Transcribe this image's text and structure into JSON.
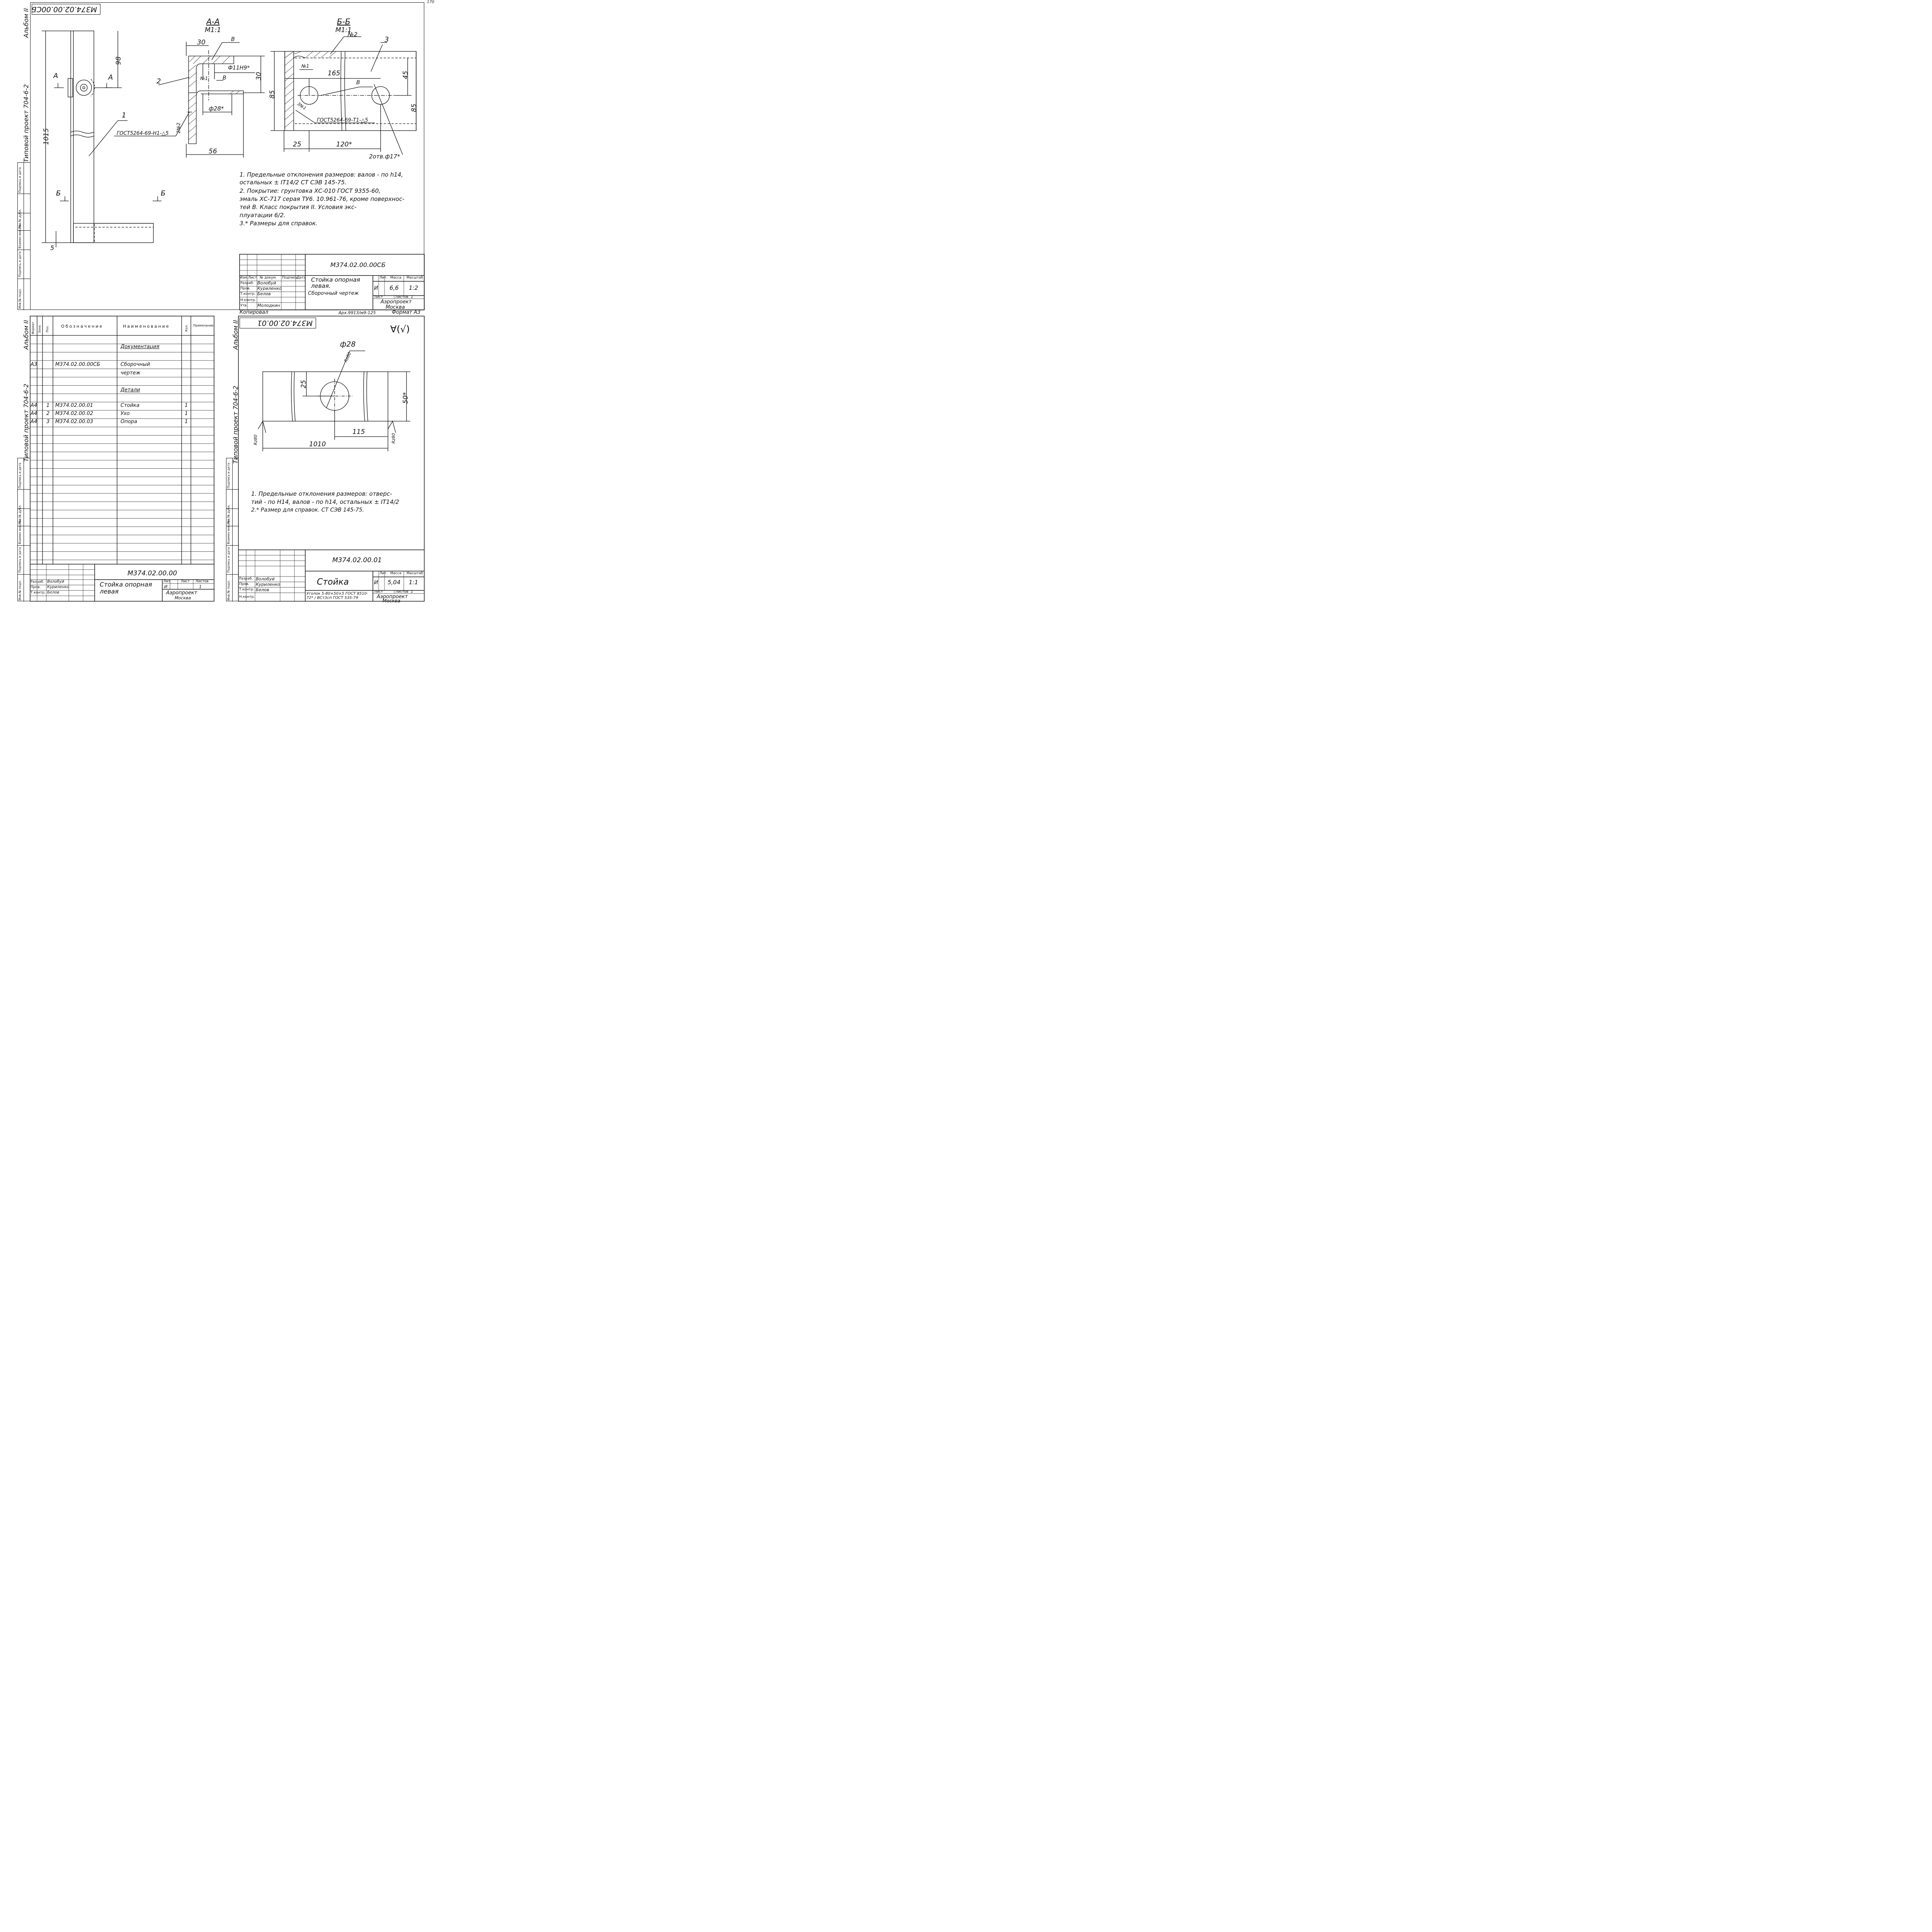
{
  "page_number": "170",
  "side_labels": {
    "album": "Альбом II",
    "project": "Типовой проект 704-6-2"
  },
  "margin_stamp": {
    "inv_podl": "Инв.№ подл.",
    "podpis_data": "Подпись и дата",
    "vzam_inv": "Взамен инв. №",
    "inv_dubl": "Инв.№ дубл.",
    "podpis_data2": "Подпись и дата"
  },
  "sheet1": {
    "code_rotated": "М374.02.00.00СБ",
    "section_aa": {
      "title": "А-А",
      "scale": "М1:1"
    },
    "section_bb": {
      "title": "Б-Б",
      "scale": "М1:1"
    },
    "dims": {
      "d1015": "1015",
      "d98": "98",
      "d5": "5",
      "d30a": "30",
      "d30b": "30",
      "d56": "56",
      "phi11": "Ф11Н9*",
      "phi28": "ф28*",
      "d165": "165",
      "d45": "45",
      "d85a": "85",
      "d85b": "85",
      "d25": "25",
      "d120": "120*",
      "holes": "2отв.ф17*"
    },
    "labels": {
      "A": "А",
      "B": "Б",
      "V": "В",
      "pos1": "1",
      "pos2": "2",
      "pos3": "3",
      "n1": "№1",
      "n2": "№2",
      "n1b": "№1",
      "weld1": "ГОСТ5264-69-Н1-△5",
      "weld1_mark": "2№2",
      "weld2": "ГОСТ5264-69-Т1-△5",
      "weld2_mark": "3№1"
    },
    "notes": [
      "1. Предельные отклонения размеров: валов - по h14,",
      "   остальных ± IT14/2  СТ СЭВ 145-75.",
      "2. Покрытие: грунтовка ХС-010 ГОСТ 9355-60,",
      "   эмаль ХС-717 серая ТУ6. 10.961-76, кроме поверхнос-",
      "   тей В.      Класс покрытия II. Условия экс-",
      "   плуатации  6/2.",
      "3.* Размеры для справок."
    ],
    "title_block": {
      "designation": "М374.02.00.00СБ",
      "name": "Стойка опорная левая.",
      "doc_type": "Сборочный чертеж",
      "lit_label": "Лит.",
      "mass_label": "Масса",
      "scale_label": "Масштаб",
      "lit": "И",
      "mass": "6,6",
      "scale": "1:2",
      "sheet_label": "Лист",
      "sheets_label": "Листов",
      "sheets": "1",
      "org": "Аэропроект",
      "city": "Москва",
      "izm": "Изм.",
      "list": "Лист",
      "ndoc": "№ докум.",
      "podp": "Подпись",
      "data": "Дата",
      "razrab_label": "Разраб.",
      "razrab": "Волобуй",
      "prov_label": "Пров.",
      "prov": "Куриленко",
      "tkontr_label": "Т.контр.",
      "tkontr": "Белов",
      "nkontr_label": "Н.контр.",
      "utv_label": "Утв.",
      "utv": "Молодкин"
    },
    "footer": {
      "copied": "Копировал",
      "archive": "Арх.9913/м9-125",
      "format": "Формат А3"
    }
  },
  "sheet2": {
    "headers": [
      "Формат",
      "Зона",
      "Поз.",
      "Обозначение",
      "Наименование",
      "Кол.",
      "Примечание"
    ],
    "rows": [
      {
        "fmt": "",
        "zone": "",
        "pos": "",
        "designation": "",
        "name": "Документация",
        "qty": "",
        "underline": true
      },
      {
        "fmt": "А3",
        "zone": "",
        "pos": "",
        "designation": "М374.02.00.00СБ",
        "name": "Сборочный",
        "qty": ""
      },
      {
        "fmt": "",
        "zone": "",
        "pos": "",
        "designation": "",
        "name": "чертеж",
        "qty": ""
      },
      {
        "fmt": "",
        "zone": "",
        "pos": "",
        "designation": "",
        "name": "Детали",
        "qty": "",
        "underline": true
      },
      {
        "fmt": "А4",
        "zone": "",
        "pos": "1",
        "designation": "М374.02.00.01",
        "name": "Стойка",
        "qty": "1"
      },
      {
        "fmt": "А4",
        "zone": "",
        "pos": "2",
        "designation": "М374.02.00.02",
        "name": "Ухо",
        "qty": "1"
      },
      {
        "fmt": "А4",
        "zone": "",
        "pos": "3",
        "designation": "М374.02.00.03",
        "name": "Опора",
        "qty": "1"
      }
    ],
    "title_block": {
      "designation": "М374.02.00.00",
      "name": "Стойка опорная левая",
      "lit_label": "Лит.",
      "list_label": "Лист",
      "lists_label": "Листов",
      "lit": "И",
      "lists": "1",
      "org": "Аэропроект",
      "city": "Москва",
      "razrab_label": "Разраб.",
      "razrab": "Волобуй",
      "prov_label": "Пров.",
      "prov": "Куриленко",
      "tkontr_label": "Т.контр.",
      "tkontr": "Белов"
    }
  },
  "sheet3": {
    "code_rotated": "М374.02.00.01",
    "roughness_sign": "∀(√)",
    "dims": {
      "phi28": "ф28",
      "rz80a": "Rz80",
      "d25": "25",
      "d50": "50*",
      "d115": "115",
      "rz80b": "Rz80",
      "rz80c": "Rz80",
      "d1010": "1010"
    },
    "notes": [
      "1. Предельные отклонения размеров: отверс-",
      "   тий - по Н14, валов - по h14, остальных ± IT14/2",
      "2.* Размер для справок.              СТ СЭВ 145-75."
    ],
    "title_block": {
      "designation": "М374.02.00.01",
      "name": "Стойка",
      "lit_label": "Лит.",
      "mass_label": "Масса",
      "scale_label": "Масштаб",
      "lit": "И",
      "mass": "5,04",
      "scale": "1:1",
      "sheet_label": "Лист",
      "sheets_label": "Листов",
      "sheets": "1",
      "material": "Уголок 5-80×50×5 ГОСТ 8510-72* / ВСт3сп ГОСТ 535-79",
      "org": "Аэропроект",
      "city": "Москва",
      "razrab_label": "Разраб.",
      "razrab": "Волобуй",
      "prov_label": "Пров.",
      "prov": "Куриленко",
      "tkontr_label": "Т.контр.",
      "tkontr": "Белов",
      "nkontr_label": "Н.контр."
    }
  }
}
